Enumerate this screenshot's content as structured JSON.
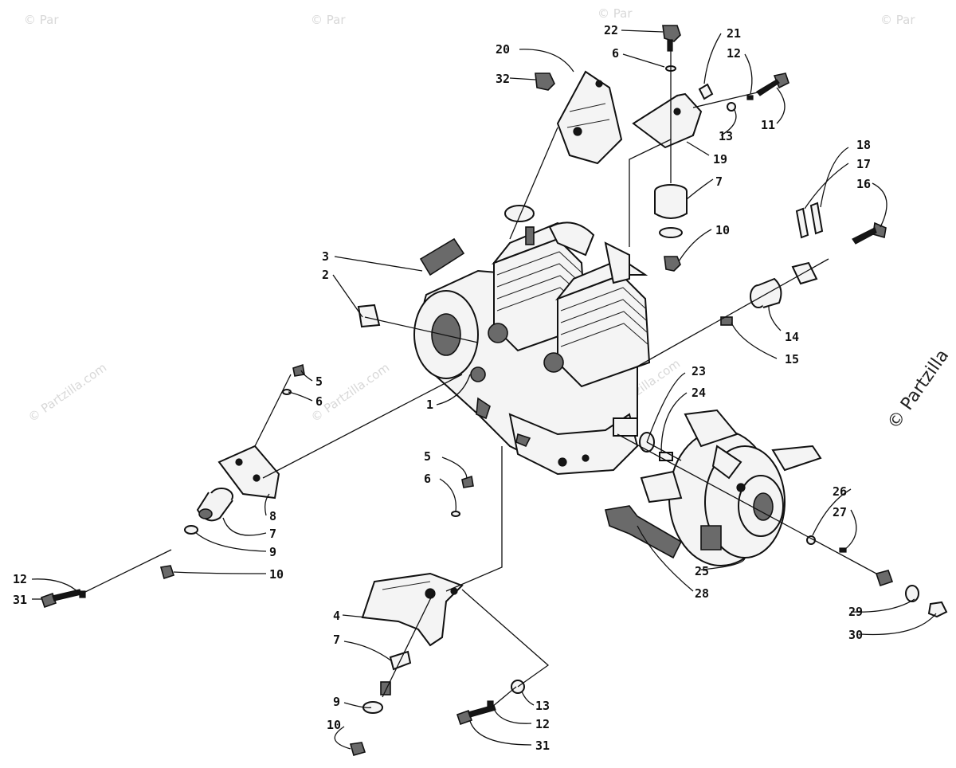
{
  "watermarks": {
    "corner": "© Par",
    "diagonal": "© Partzilla.com",
    "edge": "© Partzilla"
  },
  "callouts": {
    "c1": "1",
    "c2": "2",
    "c3": "3",
    "c4": "4",
    "c5a": "5",
    "c5b": "5",
    "c6a": "6",
    "c6b": "6",
    "c6c": "6",
    "c7a": "7",
    "c7b": "7",
    "c7c": "7",
    "c8": "8",
    "c9a": "9",
    "c9b": "9",
    "c10a": "10",
    "c10b": "10",
    "c10c": "10",
    "c11": "11",
    "c12a": "12",
    "c12b": "12",
    "c12c": "12",
    "c13a": "13",
    "c13b": "13",
    "c14": "14",
    "c15": "15",
    "c16": "16",
    "c17": "17",
    "c18": "18",
    "c19": "19",
    "c20": "20",
    "c21": "21",
    "c22": "22",
    "c23": "23",
    "c24": "24",
    "c25": "25",
    "c26": "26",
    "c27": "27",
    "c28": "28",
    "c29": "29",
    "c30": "30",
    "c31a": "31",
    "c31b": "31",
    "c32": "32"
  }
}
